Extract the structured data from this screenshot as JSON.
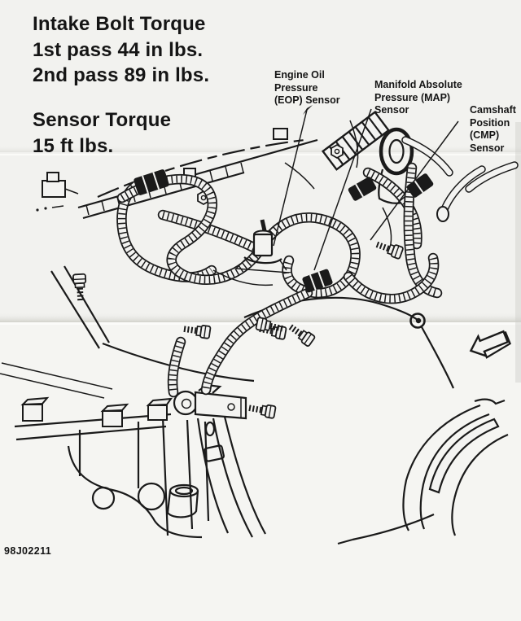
{
  "page": {
    "paper_color": "#f2f2ef",
    "ink_color": "#1a1a1a",
    "crease_color": "#dededa"
  },
  "torque_notes": {
    "intake": {
      "lines": [
        "Intake Bolt Torque",
        "1st pass 44 in lbs.",
        "2nd pass 89 in lbs."
      ]
    },
    "sensor": {
      "lines": [
        "Sensor Torque",
        "15 ft lbs."
      ]
    }
  },
  "callouts": {
    "eop": {
      "lines": [
        "Engine Oil",
        "Pressure",
        "(EOP) Sensor"
      ]
    },
    "map": {
      "lines": [
        "Manifold Absolute",
        "Pressure (MAP)",
        "Sensor"
      ]
    },
    "cmp": {
      "lines": [
        "Camshaft",
        "Position",
        "(CMP)",
        "Sensor"
      ]
    }
  },
  "figure_number": "98J02211",
  "icons": {
    "direction_arrow": "outline arrow pointing up-left"
  }
}
